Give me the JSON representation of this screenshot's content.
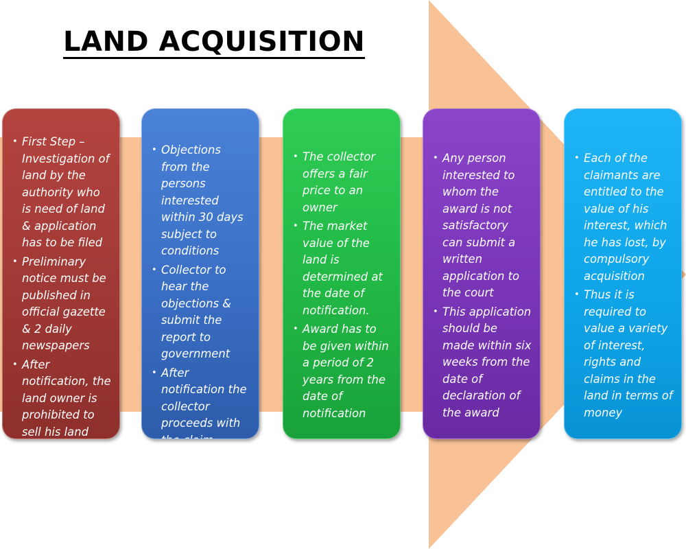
{
  "title": "LAND ACQUISITION",
  "colors": {
    "arrow": "#f8c196",
    "step1": "#a13a36",
    "step2": "#3b70c6",
    "step3": "#22b946",
    "step4": "#7a36b8",
    "step5": "#10a7ea"
  },
  "steps": [
    {
      "points": [
        "First Step – Investigation of land by the authority who is need of land & application has to be filed",
        "Preliminary notice must be published in official gazette & 2 daily newspapers",
        "After notification, the land owner is prohibited to sell his land"
      ]
    },
    {
      "points": [
        "Objections from the persons interested within 30 days subject to conditions",
        "Collector to hear the objections & submit the report to government",
        "After notification the collector proceeds with the claim"
      ]
    },
    {
      "points": [
        "The collector offers a fair price to an owner",
        "The market value of the land is determined at the date of notification.",
        "Award has to be given within a period of 2 years from the date of notification"
      ]
    },
    {
      "points": [
        "Any person interested to whom the award is not satisfactory can submit a written application to the court",
        "This application should be made within six weeks from the date of declaration of the award"
      ]
    },
    {
      "points": [
        "Each of the claimants are entitled to the value of his interest, which he has lost, by compulsory acquisition",
        "Thus it is required to value a variety of interest, rights and claims in the land in terms of money"
      ]
    }
  ]
}
